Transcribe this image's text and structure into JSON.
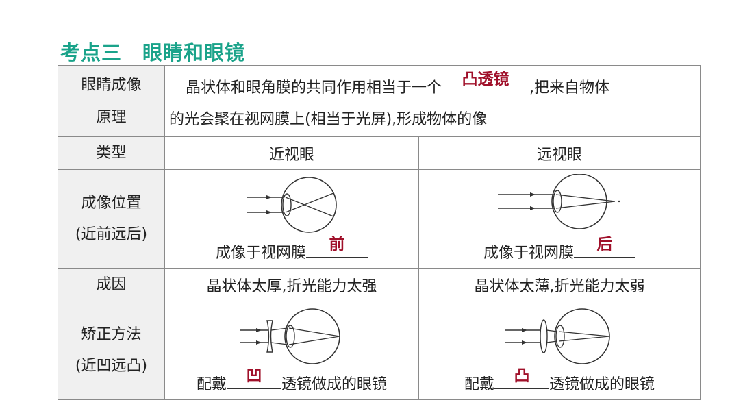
{
  "title": "考点三　眼睛和眼镜",
  "rows": {
    "principle": {
      "label": [
        "眼睛成像",
        "原理"
      ],
      "text_before": "晶状体和眼角膜的共同作用相当于一个",
      "answer": "凸透镜",
      "text_after": ",把来自物体",
      "text_line2": "的光会聚在视网膜上(相当于光屏),形成物体的像"
    },
    "type": {
      "label": "类型",
      "near": "近视眼",
      "far": "远视眼"
    },
    "position": {
      "label": [
        "成像位置",
        "(近前远后)"
      ],
      "near_prefix": "成像于视网膜",
      "near_answer": "前",
      "far_prefix": "成像于视网膜",
      "far_answer": "后"
    },
    "cause": {
      "label": "成因",
      "near": "晶状体太厚,折光能力太强",
      "far": "晶状体太薄,折光能力太弱"
    },
    "correction": {
      "label": [
        "矫正方法",
        "(近凹远凸)"
      ],
      "near_prefix": "配戴",
      "near_answer": "凹",
      "near_suffix": "透镜做成的眼镜",
      "far_prefix": "配戴",
      "far_answer": "凸",
      "far_suffix": "透镜做成的眼镜"
    }
  },
  "colors": {
    "title": "#1aa38a",
    "answer": "#a0102a",
    "header_bg": "#f0f0f0"
  }
}
